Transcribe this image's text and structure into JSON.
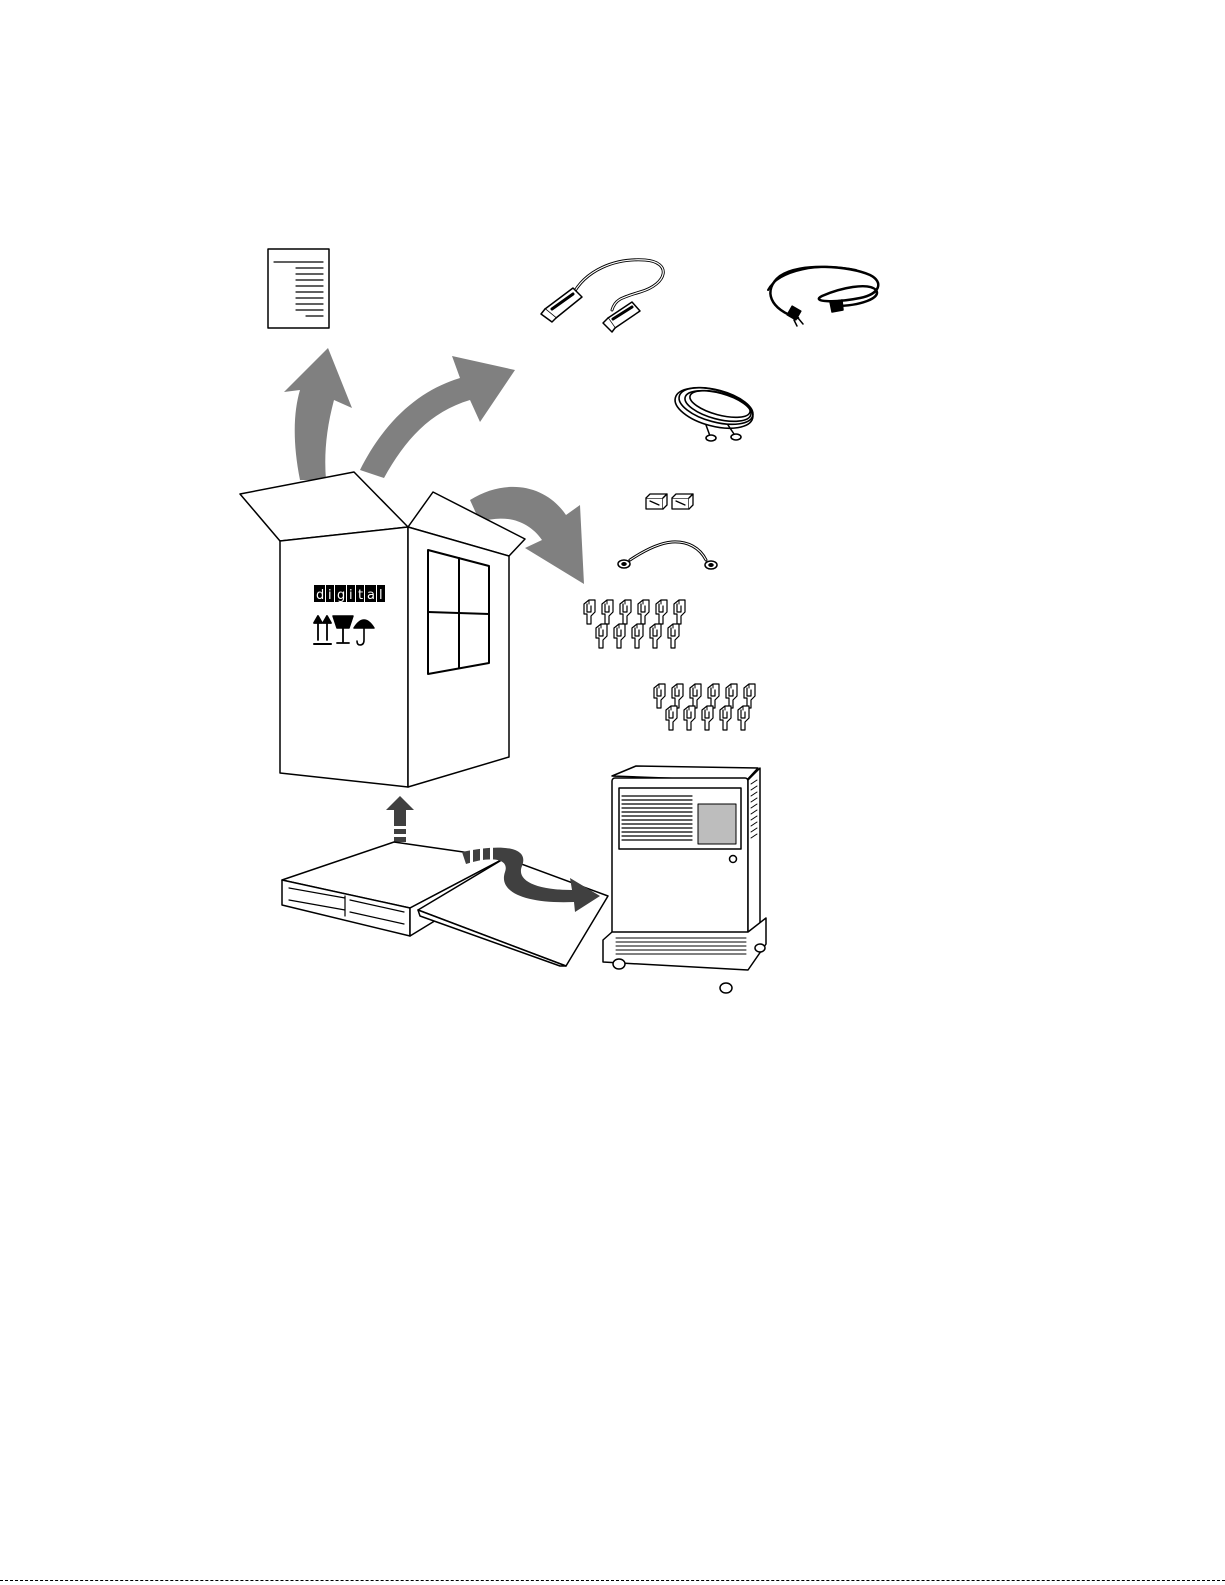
{
  "diagram": {
    "box_brand_logo": {
      "letters": [
        "d",
        "i",
        "g",
        "i",
        "t",
        "a",
        "l"
      ]
    },
    "items": [
      {
        "icon": "documentation-icon"
      },
      {
        "icon": "interface-cable-icon"
      },
      {
        "icon": "power-cord-icon"
      },
      {
        "icon": "coiled-cable-icon"
      },
      {
        "icon": "terminator-pair-icon"
      },
      {
        "icon": "ground-strap-icon"
      },
      {
        "icon": "clip-set-icon"
      },
      {
        "icon": "clip-set-icon"
      },
      {
        "icon": "system-cabinet-icon"
      }
    ],
    "handling_symbols": [
      "this-way-up-icon",
      "fragile-icon",
      "keep-dry-icon"
    ],
    "colors": {
      "line": "#000000",
      "arrow": "#808080",
      "arrow_dark": "#404040",
      "panel": "#bdbdbd"
    }
  }
}
